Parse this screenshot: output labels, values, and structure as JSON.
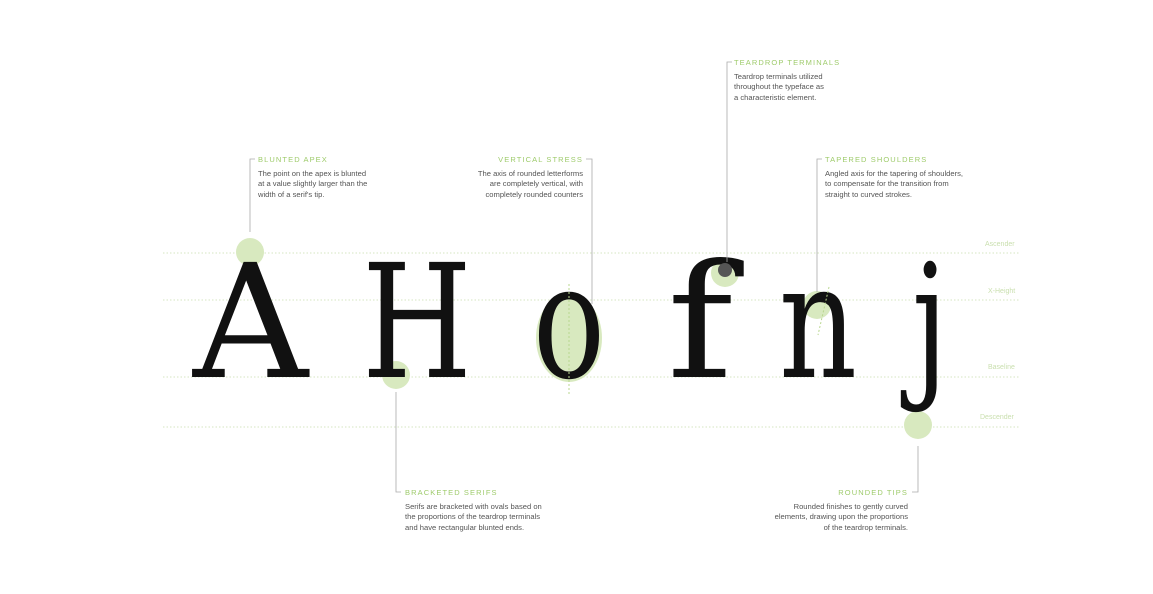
{
  "glyphs": [
    "A",
    "H",
    "o",
    "f",
    "n",
    "j"
  ],
  "guides": [
    {
      "key": "ascender",
      "label": "Ascender"
    },
    {
      "key": "xheight",
      "label": "X-Height"
    },
    {
      "key": "baseline",
      "label": "Baseline"
    },
    {
      "key": "descender",
      "label": "Descender"
    }
  ],
  "annotations": {
    "blunted_apex": {
      "title": "BLUNTED APEX",
      "lines": [
        "The point on the apex is blunted",
        "at a value slightly larger than the",
        "width of a serif's tip."
      ]
    },
    "vertical_stress": {
      "title": "VERTICAL STRESS",
      "lines": [
        "The axis of rounded letterforms",
        "are completely vertical, with",
        "completely rounded counters"
      ]
    },
    "teardrop_terminals": {
      "title": "TEARDROP TERMINALS",
      "lines": [
        "Teardrop terminals utilized",
        "throughout the typeface as",
        "a characteristic element."
      ]
    },
    "tapered_shoulders": {
      "title": "TAPERED SHOULDERS",
      "lines": [
        "Angled axis for the tapering of shoulders,",
        "to compensate for the transition from",
        "straight to curved strokes."
      ]
    },
    "bracketed_serifs": {
      "title": "BRACKETED SERIFS",
      "lines": [
        "Serifs are bracketed with ovals based on",
        "the proportions of the teardrop terminals",
        "and have rectangular blunted ends."
      ]
    },
    "rounded_tips": {
      "title": "ROUNDED TIPS",
      "lines": [
        "Rounded finishes to gently curved",
        "elements, drawing upon the proportions",
        "of the teardrop terminals."
      ]
    }
  },
  "colors": {
    "accent": "#9ecb6b",
    "highlight": "#d8e9bf",
    "guide": "#d6e6c2",
    "ink": "#111111",
    "body_text": "#555555",
    "leader": "#aaaaaa"
  }
}
